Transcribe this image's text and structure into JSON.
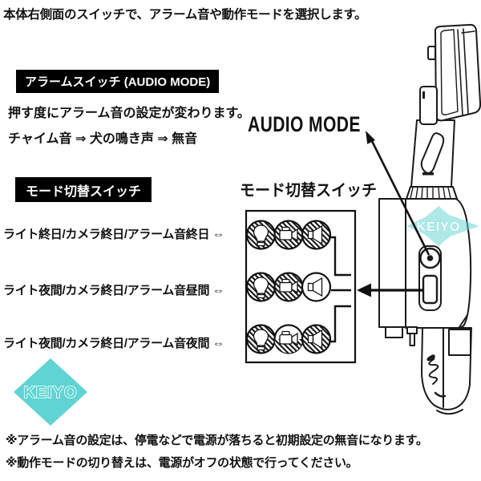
{
  "top_note": "本体右側面のスイッチで、アラーム音や動作モードを選択します。",
  "alarm_section": {
    "label": "アラームスイッチ (AUDIO MODE)",
    "desc": "押す度にアラーム音の設定が変わります。",
    "sequence": "チャイム音 ⇒ 犬の鳴き声 ⇒ 無音"
  },
  "mode_section": {
    "label": "モード切替スイッチ",
    "modes": [
      "ライト終日/カメラ終日/アラーム音終日 ⇔",
      "ライト夜間/カメラ終日/アラーム音昼間 ⇔",
      "ライト夜間/カメラ終日/アラーム音夜間 ⇔"
    ]
  },
  "diagram": {
    "audio_mode_label": "AUDIO MODE",
    "mode_switch_label": "モード切替スイッチ",
    "mode_grid": {
      "rows": [
        [
          {
            "icon": "light",
            "style": "hatched"
          },
          {
            "icon": "camera",
            "style": "hatched"
          },
          {
            "icon": "speaker",
            "style": "hatched"
          }
        ],
        [
          {
            "icon": "light",
            "style": "hatched"
          },
          {
            "icon": "camera",
            "style": "hatched"
          },
          {
            "icon": "speaker",
            "style": "white"
          }
        ],
        [
          {
            "icon": "light",
            "style": "hatched"
          },
          {
            "icon": "camera",
            "style": "half"
          },
          {
            "icon": "speaker",
            "style": "hatched"
          }
        ]
      ]
    }
  },
  "footnotes": [
    "※アラーム音の設定は、停電などで電源が落ちると初期設定の無音になります。",
    "※動作モードの切り替えは、電源がオフの状態で行ってください。"
  ],
  "brand": {
    "name": "KEIYO",
    "color": "#5FD4D2"
  }
}
